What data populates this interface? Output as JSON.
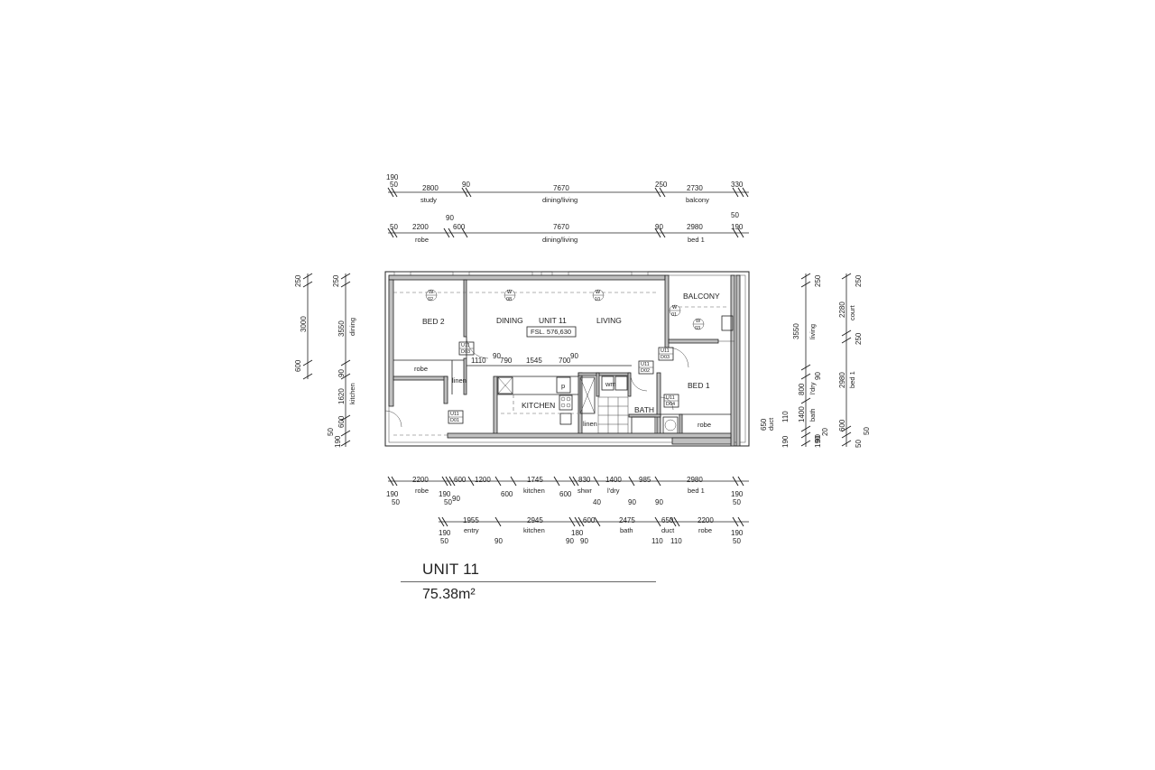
{
  "title_block": {
    "unit": "UNIT 11",
    "area": "75.38m²"
  },
  "rooms": {
    "bed2": "BED 2",
    "dining": "DINING",
    "unit": "UNIT 11",
    "living": "LIVING",
    "balcony": "BALCONY",
    "bed1": "BED 1",
    "kitchen": "KITCHEN",
    "bath": "BATH",
    "robe": "robe",
    "robe2": "robe",
    "linen": "linen",
    "linen2": "linen",
    "fsl": "FSL. 576,630",
    "fridge": "p",
    "wm": "wm"
  },
  "tags": {
    "w02": [
      "W",
      "02"
    ],
    "w08": [
      "W",
      "08"
    ],
    "w10": [
      "W",
      "10"
    ],
    "w01": [
      "W",
      "01"
    ],
    "w03": [
      "W",
      "03"
    ],
    "d03a": [
      "U11",
      "D03"
    ],
    "d03b": [
      "U11",
      "D03"
    ],
    "d01": [
      "U11",
      "D01"
    ],
    "d02": [
      "U11",
      "D02"
    ],
    "d04": [
      "U11",
      "D04"
    ]
  },
  "dims": {
    "top1": {
      "v": [
        "190",
        "50",
        "2800",
        "90",
        "7670",
        "250",
        "2730",
        "330",
        "50"
      ],
      "l": [
        "study",
        "dining/living",
        "balcony"
      ]
    },
    "top2": {
      "v": [
        "50",
        "2200",
        "90",
        "600",
        "7670",
        "90",
        "2980",
        "190"
      ],
      "l": [
        "robe",
        "dining/living",
        "bed 1"
      ]
    },
    "bot1": {
      "v": [
        "2200",
        "600",
        "1200",
        "1745",
        "830",
        "1400",
        "985",
        "2980",
        "190",
        "50",
        "190",
        "50",
        "90",
        "600",
        "600",
        "40",
        "90",
        "90",
        "190",
        "50"
      ],
      "l": [
        "robe",
        "kitchen",
        "shwr",
        "l'dry",
        "bed 1"
      ]
    },
    "bot2": {
      "v": [
        "1955",
        "2945",
        "180",
        "600",
        "2475",
        "650",
        "2200",
        "190",
        "50",
        "90",
        "90",
        "90",
        "110",
        "110",
        "190",
        "50"
      ],
      "l": [
        "entry",
        "kitchen",
        "bath",
        "duct",
        "robe"
      ]
    },
    "left": {
      "v": [
        "250",
        "3000",
        "600",
        "250",
        "3550",
        "90",
        "1620",
        "600",
        "50",
        "190"
      ],
      "l": [
        "dining",
        "kitchen"
      ]
    },
    "right": {
      "v": [
        "250",
        "3550",
        "250",
        "2280",
        "250",
        "2980",
        "90",
        "800",
        "1400",
        "20",
        "90",
        "50",
        "190",
        "50",
        "190",
        "600",
        "110",
        "650"
      ],
      "l": [
        "living",
        "court",
        "bed 1",
        "l'dry",
        "bath",
        "duct"
      ]
    },
    "inner": {
      "v": [
        "1110",
        "90",
        "790",
        "1545",
        "700",
        "90"
      ]
    }
  }
}
